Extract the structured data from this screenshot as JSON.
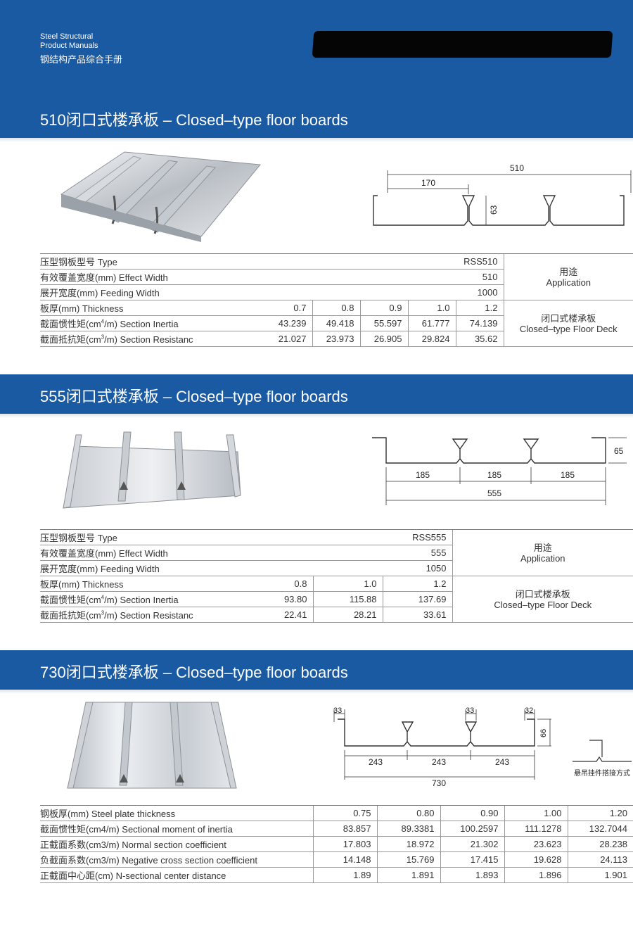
{
  "header": {
    "brand_line1": "Steel Structural",
    "brand_line2": "Product Manuals",
    "brand_cn": "钢结构产品综合手册"
  },
  "sections": [
    {
      "title": "510闭口式楼承板 – Closed–type floor boards",
      "diagram": {
        "total": "510",
        "pitch": "170",
        "height": "63"
      },
      "table": {
        "type_label": "压型钢板型号 Type",
        "type_value": "RSS510",
        "effect_label": "有效覆盖宽度(mm) Effect Width",
        "effect_value": "510",
        "feeding_label": "展开宽度(mm) Feeding Width",
        "feeding_value": "1000",
        "thickness_label": "板厚(mm) Thickness",
        "inertia_label_a": "截面惯性矩(cm",
        "inertia_sup": "4",
        "inertia_label_b": "/m) Section Inertia",
        "resist_label_a": "截面抵抗矩(cm",
        "resist_sup": "3",
        "resist_label_b": "/m) Section Resistanc",
        "thickness": [
          "0.7",
          "0.8",
          "0.9",
          "1.0",
          "1.2"
        ],
        "inertia": [
          "43.239",
          "49.418",
          "55.597",
          "61.777",
          "74.139"
        ],
        "resist": [
          "21.027",
          "23.973",
          "26.905",
          "29.824",
          "35.62"
        ],
        "app_cn": "用途",
        "app_en": "Application",
        "use_cn": "闭口式楼承板",
        "use_en": "Closed–type Floor Deck"
      }
    },
    {
      "title": "555闭口式楼承板 – Closed–type floor boards",
      "diagram": {
        "total": "555",
        "pitch1": "185",
        "pitch2": "185",
        "pitch3": "185",
        "height": "65"
      },
      "table": {
        "type_label": "压型钢板型号 Type",
        "type_value": "RSS555",
        "effect_label": "有效覆盖宽度(mm) Effect Width",
        "effect_value": "555",
        "feeding_label": "展开宽度(mm) Feeding Width",
        "feeding_value": "1050",
        "thickness_label": "板厚(mm) Thickness",
        "inertia_label_a": "截面惯性矩(cm",
        "inertia_sup": "4",
        "inertia_label_b": "/m) Section Inertia",
        "resist_label_a": "截面抵抗矩(cm",
        "resist_sup": "3",
        "resist_label_b": "/m) Section Resistanc",
        "thickness": [
          "0.8",
          "1.0",
          "1.2"
        ],
        "inertia": [
          "93.80",
          "115.88",
          "137.69"
        ],
        "resist": [
          "22.41",
          "28.21",
          "33.61"
        ],
        "app_cn": "用途",
        "app_en": "Application",
        "use_cn": "闭口式楼承板",
        "use_en": "Closed–type Floor Deck"
      }
    },
    {
      "title": "730闭口式楼承板 – Closed–type floor boards",
      "diagram": {
        "total": "730",
        "pitch1": "243",
        "pitch2": "243",
        "pitch3": "243",
        "top1": "33",
        "top2": "33",
        "top3": "32",
        "height": "66",
        "hanger_caption": "悬吊挂件搭接方式"
      },
      "table": {
        "rows": [
          {
            "label": "钢板厚(mm) Steel plate thickness",
            "values": [
              "0.75",
              "0.80",
              "0.90",
              "1.00",
              "1.20"
            ]
          },
          {
            "label": "截面惯性矩(cm4/m) Sectional moment of inertia",
            "values": [
              "83.857",
              "89.3381",
              "100.2597",
              "111.1278",
              "132.7044"
            ]
          },
          {
            "label": "正截面系数(cm3/m) Normal section coefficient",
            "values": [
              "17.803",
              "18.972",
              "21.302",
              "23.623",
              "28.238"
            ]
          },
          {
            "label": "负截面系数(cm3/m) Negative cross section coefficient",
            "values": [
              "14.148",
              "15.769",
              "17.415",
              "19.628",
              "24.113"
            ]
          },
          {
            "label": "正截面中心距(cm) N-sectional center distance",
            "values": [
              "1.89",
              "1.891",
              "1.893",
              "1.896",
              "1.901"
            ]
          }
        ]
      }
    }
  ]
}
